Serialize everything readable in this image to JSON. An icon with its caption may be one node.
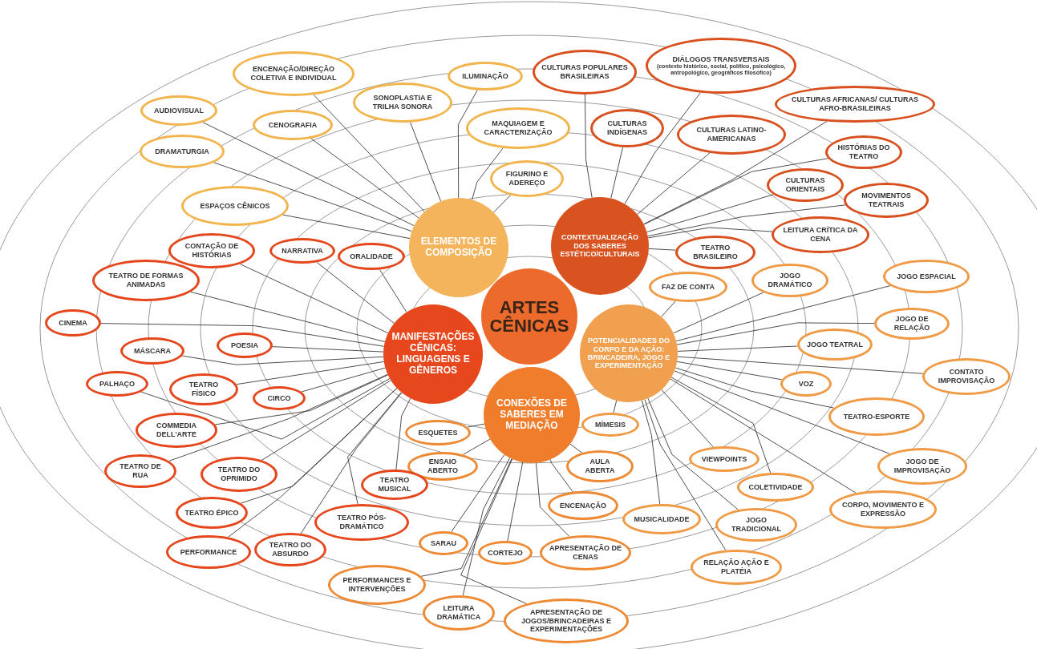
{
  "diagram": {
    "nodes": [
      {
        "text": [
          "ARTES CÊNICAS"
        ]
      },
      {
        "text": [
          "ELEMENTOS DE COMPOSIÇÃO"
        ]
      },
      {
        "text": [
          "CONTEXTUALIZAÇÃO DOS SABERES ESTÉTICO/CULTURAIS"
        ]
      },
      {
        "text": [
          "POTENCIALIDADES DO CORPO E DA AÇÃO: BRINCADEIRA, JOGO E EXPERIMENTAÇÃO"
        ]
      },
      {
        "text": [
          "CONEXÕES DE SABERES EM MEDIAÇÃO"
        ]
      },
      {
        "text": [
          "MANIFESTAÇÕES CÊNICAS: LINGUAGENS E GÊNEROS"
        ]
      },
      {
        "text": [
          "AUDIOVISUAL"
        ]
      },
      {
        "text": [
          "ENCENAÇÃO/DIREÇÃO COLETIVA E INDIVIDUAL"
        ]
      },
      {
        "text": [
          "CENOGRAFIA"
        ]
      },
      {
        "text": [
          "SONOPLASTIA E TRILHA SONORA"
        ]
      },
      {
        "text": [
          "ILUMINAÇÃO"
        ]
      },
      {
        "text": [
          "MAQUIAGEM E CARACTERIZAÇÃO"
        ]
      },
      {
        "text": [
          "DRAMATURGIA"
        ]
      },
      {
        "text": [
          "FIGURINO E ADEREÇO"
        ]
      },
      {
        "text": [
          "ESPAÇOS CÊNICOS"
        ]
      },
      {
        "text": [
          "CULTURAS POPULARES BRASILEIRAS"
        ]
      },
      {
        "text": [
          "DIÁLOGOS TRANSVERSAIS",
          "(contexto histórico, social, político, psicológico, antropológico, geográficos filosófico)"
        ]
      },
      {
        "text": [
          "CULTURAS INDÍGENAS"
        ]
      },
      {
        "text": [
          "CULTURAS LATINO-AMERICANAS"
        ]
      },
      {
        "text": [
          "CULTURAS AFRICANAS/ CULTURAS AFRO-BRASILEIRAS"
        ]
      },
      {
        "text": [
          "HISTÓRIAS DO TEATRO"
        ]
      },
      {
        "text": [
          "CULTURAS ORIENTAIS"
        ]
      },
      {
        "text": [
          "MOVIMENTOS TEATRAIS"
        ]
      },
      {
        "text": [
          "LEITURA CRÍTICA DA CENA"
        ]
      },
      {
        "text": [
          "TEATRO BRASILEIRO"
        ]
      },
      {
        "text": [
          "FAZ DE CONTA"
        ]
      },
      {
        "text": [
          "JOGO DRAMÁTICO"
        ]
      },
      {
        "text": [
          "JOGO ESPACIAL"
        ]
      },
      {
        "text": [
          "JOGO DE RELAÇÃO"
        ]
      },
      {
        "text": [
          "JOGO TEATRAL"
        ]
      },
      {
        "text": [
          "CONTATO IMPROVISAÇÃO"
        ]
      },
      {
        "text": [
          "VOZ"
        ]
      },
      {
        "text": [
          "TEATRO-ESPORTE"
        ]
      },
      {
        "text": [
          "VIEWPOINTS"
        ]
      },
      {
        "text": [
          "JOGO DE IMPROVISAÇÃO"
        ]
      },
      {
        "text": [
          "COLETIVIDADE"
        ]
      },
      {
        "text": [
          "CORPO, MOVIMENTO E EXPRESSÃO"
        ]
      },
      {
        "text": [
          "JOGO TRADICIONAL"
        ]
      },
      {
        "text": [
          "RELAÇÃO AÇÃO E PLATÉIA"
        ]
      },
      {
        "text": [
          "MUSICALIDADE"
        ]
      },
      {
        "text": [
          "MÍMESIS"
        ]
      },
      {
        "text": [
          "ESQUETES"
        ]
      },
      {
        "text": [
          "ENSAIO ABERTO"
        ]
      },
      {
        "text": [
          "AULA ABERTA"
        ]
      },
      {
        "text": [
          "ENCENAÇÃO"
        ]
      },
      {
        "text": [
          "APRESENTAÇÃO DE CENAS"
        ]
      },
      {
        "text": [
          "SARAU"
        ]
      },
      {
        "text": [
          "CORTEJO"
        ]
      },
      {
        "text": [
          "PERFORMANCES E INTERVENÇÕES"
        ]
      },
      {
        "text": [
          "LEITURA DRAMÁTICA"
        ]
      },
      {
        "text": [
          "APRESENTAÇÃO DE JOGOS/BRINCADEIRAS E EXPERIMENTAÇÕES"
        ]
      },
      {
        "text": [
          "CONTAÇÃO DE HISTÓRIAS"
        ]
      },
      {
        "text": [
          "NARRATIVA"
        ]
      },
      {
        "text": [
          "ORALIDADE"
        ]
      },
      {
        "text": [
          "TEATRO DE FORMAS ANIMADAS"
        ]
      },
      {
        "text": [
          "CINEMA"
        ]
      },
      {
        "text": [
          "MÁSCARA"
        ]
      },
      {
        "text": [
          "POESIA"
        ]
      },
      {
        "text": [
          "PALHAÇO"
        ]
      },
      {
        "text": [
          "TEATRO FÍSICO"
        ]
      },
      {
        "text": [
          "CIRCO"
        ]
      },
      {
        "text": [
          "COMMEDIA DELL'ARTE"
        ]
      },
      {
        "text": [
          "TEATRO DE RUA"
        ]
      },
      {
        "text": [
          "TEATRO DO OPRIMIDO"
        ]
      },
      {
        "text": [
          "TEATRO MUSICAL"
        ]
      },
      {
        "text": [
          "TEATRO ÉPICO"
        ]
      },
      {
        "text": [
          "TEATRO PÓS-DRAMÁTICO"
        ]
      },
      {
        "text": [
          "PERFORMANCE"
        ]
      },
      {
        "text": [
          "TEATRO DO ABSURDO"
        ]
      }
    ],
    "edges": [
      {
        "from": 1,
        "to": 6,
        "arrow": "none"
      },
      {
        "from": 1,
        "to": 7,
        "arrow": "none"
      },
      {
        "from": 1,
        "to": 8,
        "arrow": "none"
      },
      {
        "from": 1,
        "to": 9,
        "arrow": "none"
      },
      {
        "from": 1,
        "to": 10,
        "arrow": "none"
      },
      {
        "from": 1,
        "to": 11,
        "arrow": "none"
      },
      {
        "from": 1,
        "to": 12,
        "arrow": "none"
      },
      {
        "from": 1,
        "to": 13,
        "arrow": "none"
      },
      {
        "from": 1,
        "to": 14,
        "arrow": "none"
      },
      {
        "from": 2,
        "to": 15,
        "arrow": "none"
      },
      {
        "from": 2,
        "to": 16,
        "arrow": "none"
      },
      {
        "from": 2,
        "to": 17,
        "arrow": "none"
      },
      {
        "from": 2,
        "to": 18,
        "arrow": "none"
      },
      {
        "from": 2,
        "to": 19,
        "arrow": "none"
      },
      {
        "from": 2,
        "to": 20,
        "arrow": "none"
      },
      {
        "from": 2,
        "to": 21,
        "arrow": "none"
      },
      {
        "from": 2,
        "to": 22,
        "arrow": "none"
      },
      {
        "from": 2,
        "to": 23,
        "arrow": "none"
      },
      {
        "from": 2,
        "to": 24,
        "arrow": "none"
      },
      {
        "from": 3,
        "to": 25,
        "arrow": "none"
      },
      {
        "from": 3,
        "to": 26,
        "arrow": "none"
      },
      {
        "from": 3,
        "to": 27,
        "arrow": "none"
      },
      {
        "from": 3,
        "to": 28,
        "arrow": "none"
      },
      {
        "from": 3,
        "to": 29,
        "arrow": "none"
      },
      {
        "from": 3,
        "to": 30,
        "arrow": "none"
      },
      {
        "from": 3,
        "to": 31,
        "arrow": "none"
      },
      {
        "from": 3,
        "to": 32,
        "arrow": "none"
      },
      {
        "from": 3,
        "to": 33,
        "arrow": "none"
      },
      {
        "from": 3,
        "to": 34,
        "arrow": "none"
      },
      {
        "from": 3,
        "to": 35,
        "arrow": "none"
      },
      {
        "from": 3,
        "to": 36,
        "arrow": "none"
      },
      {
        "from": 3,
        "to": 37,
        "arrow": "none"
      },
      {
        "from": 3,
        "to": 38,
        "arrow": "none"
      },
      {
        "from": 3,
        "to": 39,
        "arrow": "none"
      },
      {
        "from": 3,
        "to": 40,
        "arrow": "none"
      },
      {
        "from": 4,
        "to": 41,
        "arrow": "none"
      },
      {
        "from": 4,
        "to": 42,
        "arrow": "none"
      },
      {
        "from": 4,
        "to": 43,
        "arrow": "none"
      },
      {
        "from": 4,
        "to": 44,
        "arrow": "none"
      },
      {
        "from": 4,
        "to": 45,
        "arrow": "none"
      },
      {
        "from": 4,
        "to": 46,
        "arrow": "none"
      },
      {
        "from": 4,
        "to": 47,
        "arrow": "none"
      },
      {
        "from": 4,
        "to": 48,
        "arrow": "none"
      },
      {
        "from": 4,
        "to": 49,
        "arrow": "none"
      },
      {
        "from": 4,
        "to": 50,
        "arrow": "none"
      },
      {
        "from": 5,
        "to": 51,
        "arrow": "none"
      },
      {
        "from": 5,
        "to": 52,
        "arrow": "none"
      },
      {
        "from": 5,
        "to": 53,
        "arrow": "none"
      },
      {
        "from": 5,
        "to": 54,
        "arrow": "none"
      },
      {
        "from": 5,
        "to": 55,
        "arrow": "none"
      },
      {
        "from": 5,
        "to": 56,
        "arrow": "none"
      },
      {
        "from": 5,
        "to": 57,
        "arrow": "none"
      },
      {
        "from": 5,
        "to": 58,
        "arrow": "none"
      },
      {
        "from": 5,
        "to": 59,
        "arrow": "none"
      },
      {
        "from": 5,
        "to": 60,
        "arrow": "none"
      },
      {
        "from": 5,
        "to": 61,
        "arrow": "none"
      },
      {
        "from": 5,
        "to": 62,
        "arrow": "none"
      },
      {
        "from": 5,
        "to": 63,
        "arrow": "none"
      },
      {
        "from": 5,
        "to": 64,
        "arrow": "none"
      },
      {
        "from": 5,
        "to": 65,
        "arrow": "none"
      },
      {
        "from": 5,
        "to": 66,
        "arrow": "none"
      },
      {
        "from": 5,
        "to": 67,
        "arrow": "none"
      },
      {
        "from": 5,
        "to": 68,
        "arrow": "none"
      }
    ]
  }
}
